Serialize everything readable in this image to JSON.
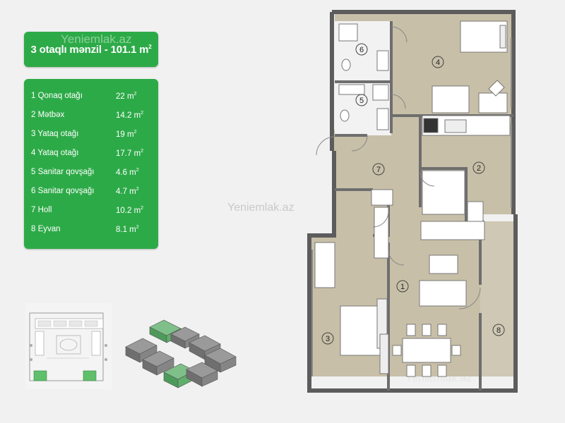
{
  "header": {
    "title": "3 otaqlı mənzil - 101.1 m",
    "title_sup": "2"
  },
  "rooms": [
    {
      "label": "1 Qonaq otağı",
      "area": "22 m",
      "sup": "2"
    },
    {
      "label": "2 Mətbəx",
      "area": "14.2 m",
      "sup": "2"
    },
    {
      "label": "3 Yataq otağı",
      "area": "19 m",
      "sup": "2"
    },
    {
      "label": "4 Yataq otağı",
      "area": "17.7 m",
      "sup": "2"
    },
    {
      "label": "5 Sanitar qovşağı",
      "area": "4.6 m",
      "sup": "2"
    },
    {
      "label": "6 Sanitar qovşağı",
      "area": "4.7 m",
      "sup": "2"
    },
    {
      "label": "7 Holl",
      "area": "10.2 m",
      "sup": "2"
    },
    {
      "label": "8 Eyvan",
      "area": "8.1 m",
      "sup": "2"
    }
  ],
  "watermark": {
    "title_wm": "Yeniemlak.az",
    "center_wm": "Yeniemlak.az",
    "bottom_wm": "Yeniemlak.az"
  },
  "plan_numbers": [
    "1",
    "2",
    "3",
    "4",
    "5",
    "6",
    "7",
    "8"
  ],
  "colors": {
    "accent": "#2daa48",
    "floor": "#c8bfa8",
    "wall": "#5c5c5c",
    "background": "#f1f1f1"
  }
}
